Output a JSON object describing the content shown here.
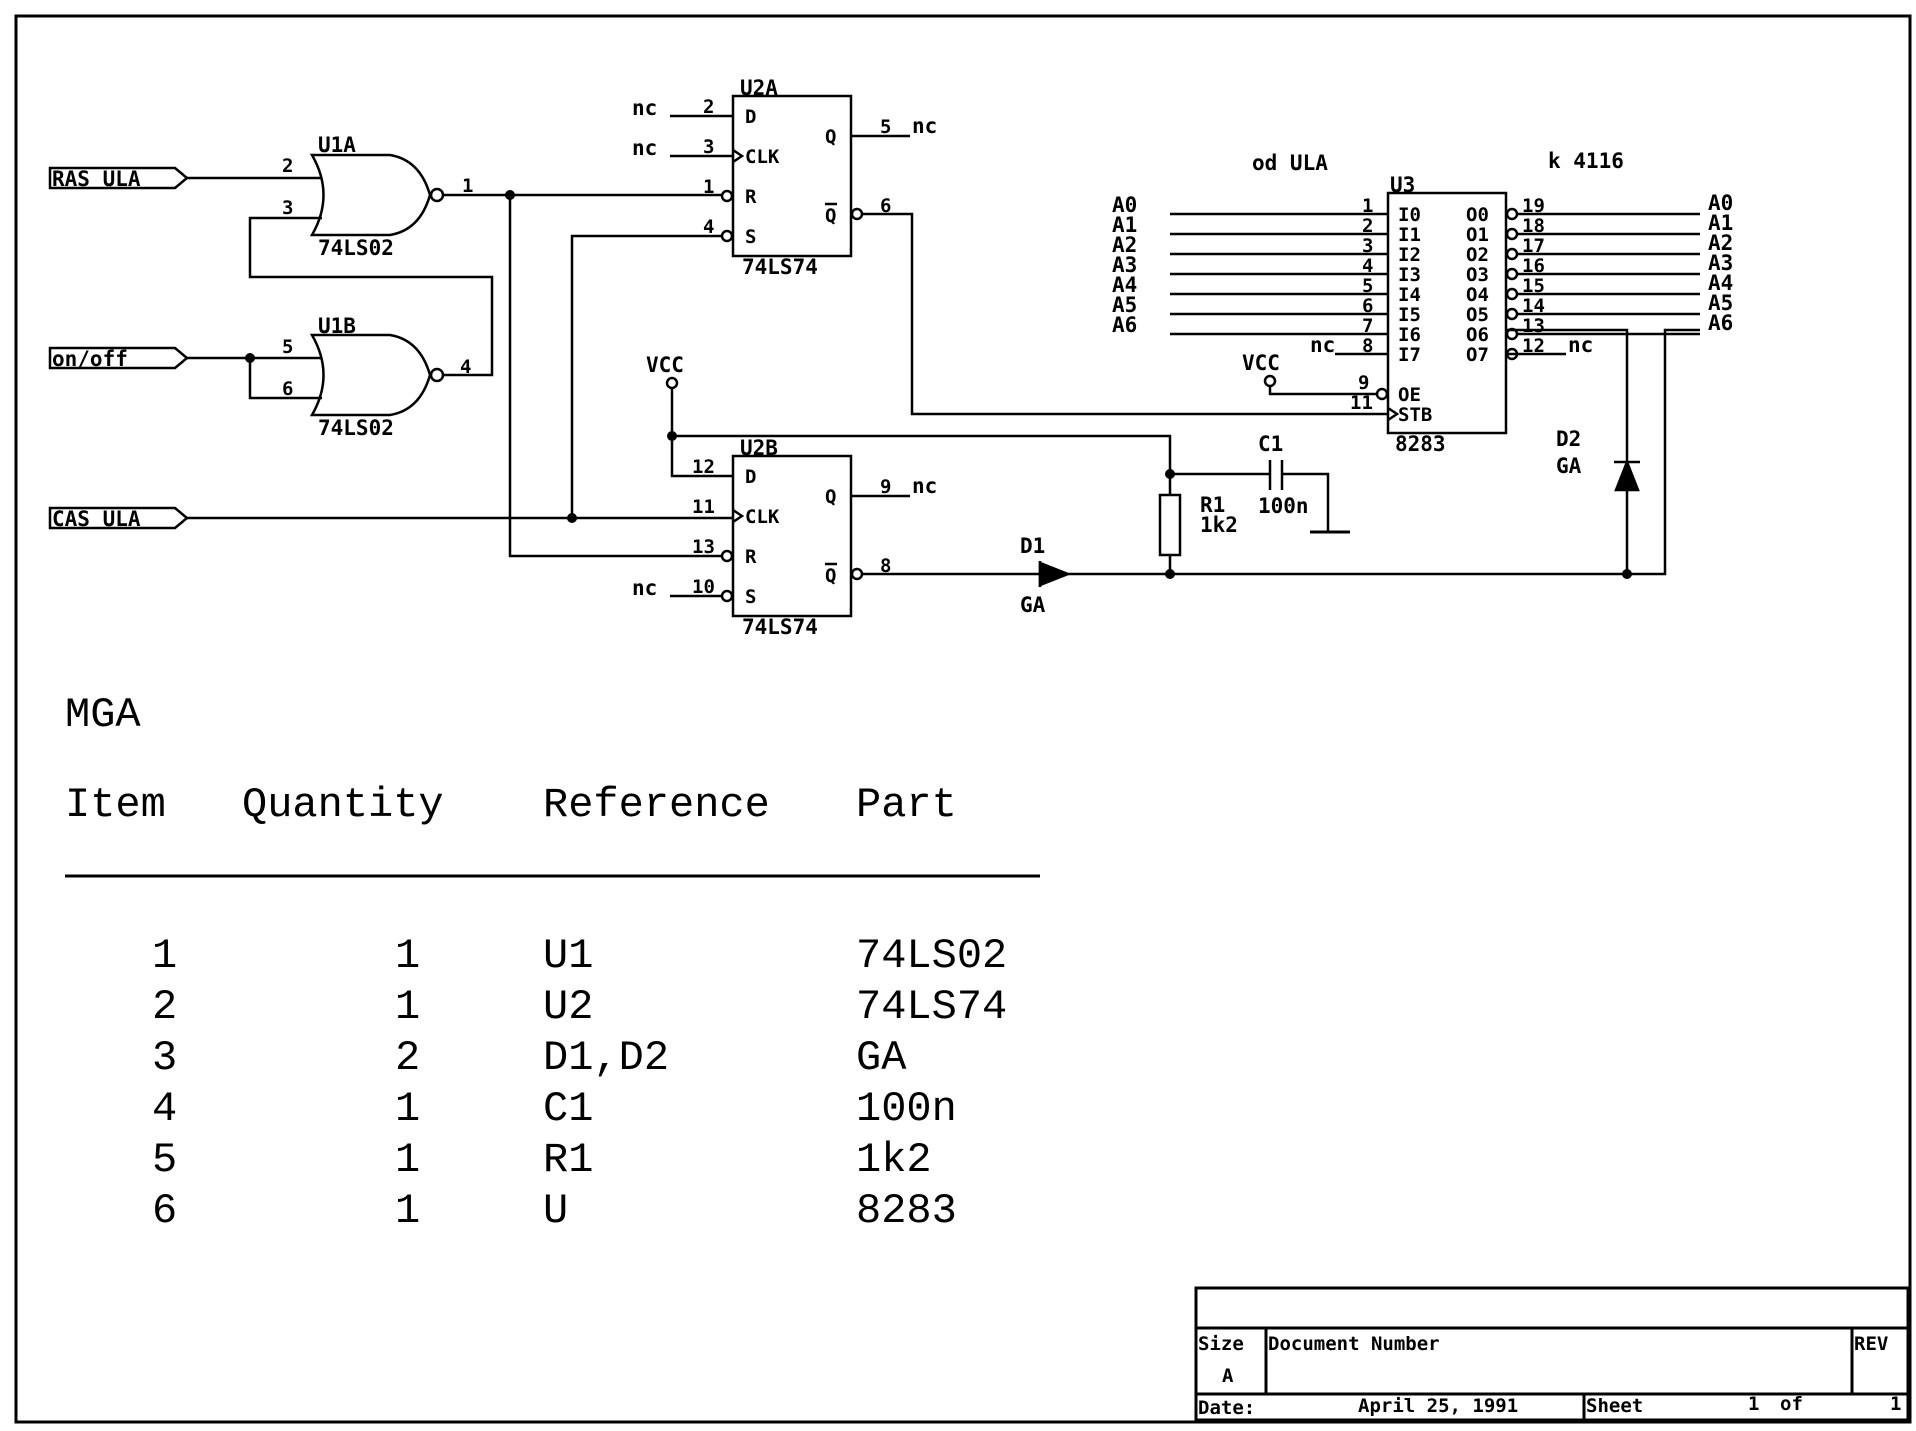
{
  "ports": {
    "ras": "RAS ULA",
    "onoff": "on/off",
    "cas": "CAS ULA"
  },
  "u1a": {
    "ref": "U1A",
    "part": "74LS02",
    "pin_a": "2",
    "pin_b": "3",
    "pin_out": "1"
  },
  "u1b": {
    "ref": "U1B",
    "part": "74LS02",
    "pin_a": "5",
    "pin_b": "6",
    "pin_out": "4"
  },
  "u2a": {
    "ref": "U2A",
    "part": "74LS74",
    "pins": {
      "d": "2",
      "clk": "3",
      "r": "1",
      "s": "4",
      "q": "5",
      "qn": "6"
    },
    "labels": {
      "d": "D",
      "clk": "CLK",
      "r": "R",
      "s": "S",
      "q": "Q",
      "qn": "Q"
    },
    "nc_d": "nc",
    "nc_clk": "nc",
    "nc_q": "nc"
  },
  "u2b": {
    "ref": "U2B",
    "part": "74LS74",
    "pins": {
      "d": "12",
      "clk": "11",
      "r": "13",
      "s": "10",
      "q": "9",
      "qn": "8"
    },
    "labels": {
      "d": "D",
      "clk": "CLK",
      "r": "R",
      "s": "S",
      "q": "Q",
      "qn": "Q"
    },
    "nc_s": "nc",
    "nc_q": "nc"
  },
  "u3": {
    "ref": "U3",
    "part": "8283",
    "inputs": [
      {
        "pin": "1",
        "name": "I0"
      },
      {
        "pin": "2",
        "name": "I1"
      },
      {
        "pin": "3",
        "name": "I2"
      },
      {
        "pin": "4",
        "name": "I3"
      },
      {
        "pin": "5",
        "name": "I4"
      },
      {
        "pin": "6",
        "name": "I5"
      },
      {
        "pin": "7",
        "name": "I6"
      },
      {
        "pin": "8",
        "name": "I7"
      }
    ],
    "outputs": [
      {
        "pin": "19",
        "name": "O0"
      },
      {
        "pin": "18",
        "name": "O1"
      },
      {
        "pin": "17",
        "name": "O2"
      },
      {
        "pin": "16",
        "name": "O3"
      },
      {
        "pin": "15",
        "name": "O4"
      },
      {
        "pin": "14",
        "name": "O5"
      },
      {
        "pin": "13",
        "name": "O6"
      },
      {
        "pin": "12",
        "name": "O7"
      }
    ],
    "oe": {
      "pin": "9",
      "name": "OE"
    },
    "stb": {
      "pin": "11",
      "name": "STB"
    },
    "nc_i7": "nc",
    "nc_o7": "nc"
  },
  "bus_left_label": "od ULA",
  "bus_right_label": "k 4116",
  "addr_left": [
    "A0",
    "A1",
    "A2",
    "A3",
    "A4",
    "A5",
    "A6"
  ],
  "addr_right": [
    "A0",
    "A1",
    "A2",
    "A3",
    "A4",
    "A5",
    "A6"
  ],
  "vcc1": "VCC",
  "vcc2": "VCC",
  "c1": {
    "ref": "C1",
    "value": "100n"
  },
  "r1": {
    "ref": "R1",
    "value": "1k2"
  },
  "d1": {
    "ref": "D1",
    "value": "GA"
  },
  "d2": {
    "ref": "D2",
    "value": "GA"
  },
  "bom": {
    "title": "MGA",
    "headers": [
      "Item",
      "Quantity",
      "Reference",
      "Part"
    ],
    "rows": [
      [
        "1",
        "1",
        "U1",
        "74LS02"
      ],
      [
        "2",
        "1",
        "U2",
        "74LS74"
      ],
      [
        "3",
        "2",
        "D1,D2",
        "GA"
      ],
      [
        "4",
        "1",
        "C1",
        "100n"
      ],
      [
        "5",
        "1",
        "R1",
        "1k2"
      ],
      [
        "6",
        "1",
        "U",
        "8283"
      ]
    ]
  },
  "title_block": {
    "size_label": "Size",
    "size_value": "A",
    "docnum_label": "Document Number",
    "rev_label": "REV",
    "date_label": "Date:",
    "date_value": "April 25, 1991",
    "sheet_label": "Sheet",
    "sheet_value": "1",
    "of_label": "of",
    "of_value": "1"
  }
}
